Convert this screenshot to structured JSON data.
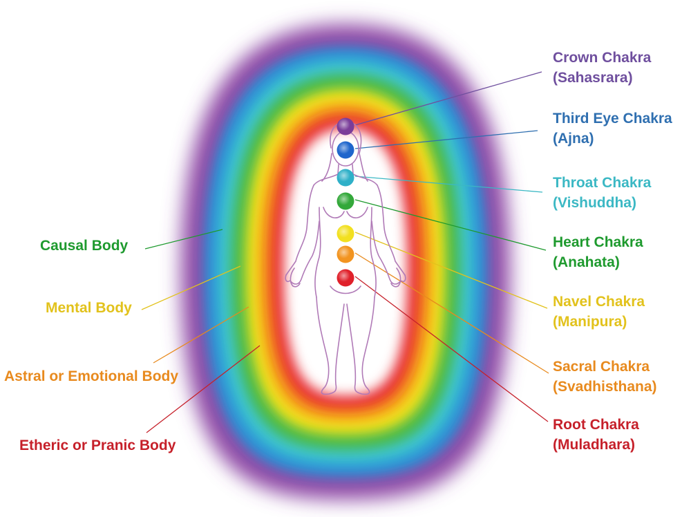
{
  "chakras": [
    {
      "id": "crown",
      "name": "Crown Chakra",
      "sanskrit": "(Sahasrara)",
      "color": "#6f4f9e",
      "dot": "#7a3d99"
    },
    {
      "id": "third-eye",
      "name": "Third Eye Chakra",
      "sanskrit": "(Ajna)",
      "color": "#2f6fb0",
      "dot": "#1f66cc"
    },
    {
      "id": "throat",
      "name": "Throat Chakra",
      "sanskrit": "(Vishuddha)",
      "color": "#3bb8c4",
      "dot": "#2fb0c8"
    },
    {
      "id": "heart",
      "name": "Heart Chakra",
      "sanskrit": "(Anahata)",
      "color": "#1e9a2e",
      "dot": "#33a83a"
    },
    {
      "id": "navel",
      "name": "Navel Chakra",
      "sanskrit": "(Manipura)",
      "color": "#e2c21c",
      "dot": "#f2e020"
    },
    {
      "id": "sacral",
      "name": "Sacral Chakra",
      "sanskrit": "(Svadhisthana)",
      "color": "#e88a1e",
      "dot": "#f29420"
    },
    {
      "id": "root",
      "name": "Root Chakra",
      "sanskrit": "(Muladhara)",
      "color": "#c6202a",
      "dot": "#e0202a"
    }
  ],
  "bodies": [
    {
      "id": "causal",
      "label": "Causal Body",
      "color": "#1e9a2e"
    },
    {
      "id": "mental",
      "label": "Mental Body",
      "color": "#e2c21c"
    },
    {
      "id": "astral",
      "label": "Astral or Emotional Body",
      "color": "#e88a1e"
    },
    {
      "id": "etheric",
      "label": "Etheric or Pranic Body",
      "color": "#c6202a"
    }
  ],
  "aura_colors": [
    "#8e48a6",
    "#2a8fd6",
    "#3cc6d2",
    "#49b94a",
    "#f2e41a",
    "#f59a1c",
    "#e6232a"
  ],
  "figure_color": "#b07ab7"
}
